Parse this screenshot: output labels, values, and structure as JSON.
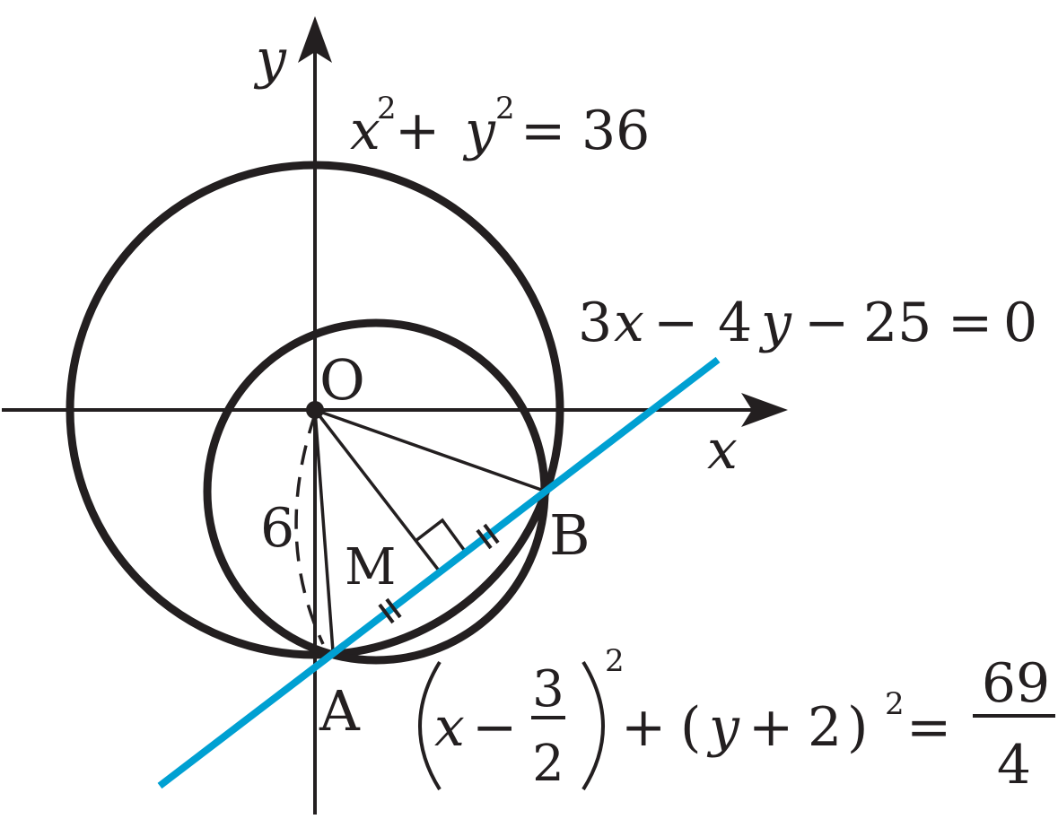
{
  "axes": {
    "x_label": "x",
    "y_label": "y",
    "origin_label": "O"
  },
  "points": {
    "A": "A",
    "B": "B",
    "M": "M"
  },
  "radius_label": "6",
  "equations": {
    "circle_big": {
      "x": "x",
      "exp1": "2",
      "plus": "+",
      "y": "y",
      "exp2": "2",
      "eq": "=",
      "rhs": "36"
    },
    "line": {
      "a": "3",
      "x": "x",
      "minus1": "−",
      "b": "4",
      "y": "y",
      "minus2": "−",
      "c": "25",
      "eq": "=",
      "rhs": "0"
    },
    "circle_small": {
      "x": "x",
      "minus": "−",
      "frac1_num": "3",
      "frac1_den": "2",
      "exp1": "2",
      "plus1": "+",
      "lparen": "(",
      "y": "y",
      "plus2": "+",
      "two": "2",
      "rparen": ")",
      "exp2": "2",
      "eq": "=",
      "frac2_num": "69",
      "frac2_den": "4"
    }
  },
  "colors": {
    "ink": "#231f20",
    "line": "#00a0d2"
  }
}
